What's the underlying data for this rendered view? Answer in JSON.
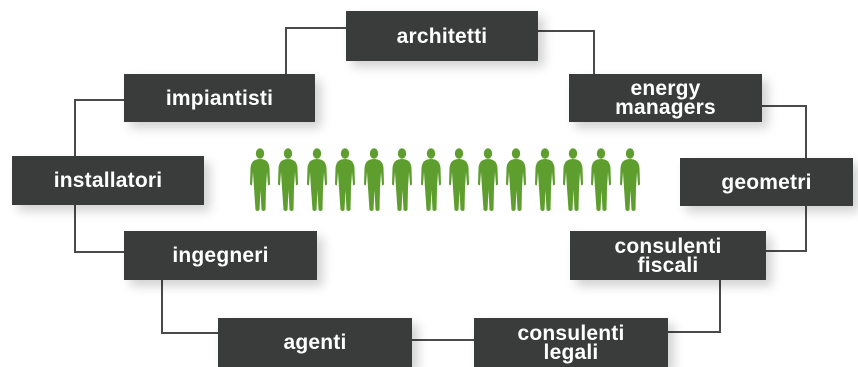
{
  "diagram": {
    "colors": {
      "box_background": "#3a3b3b",
      "box_text": "#ffffff",
      "connector": "#4a4a4a",
      "people": "#5e9e2f"
    },
    "people_icon": "person-silhouette-icon",
    "people_count": 14,
    "boxes": {
      "architetti": {
        "lines": [
          "architetti"
        ]
      },
      "energy_managers": {
        "lines": [
          "energy",
          "managers"
        ]
      },
      "geometri": {
        "lines": [
          "geometri"
        ]
      },
      "consulenti_fiscali": {
        "lines": [
          "consulenti",
          "fiscali"
        ]
      },
      "consulenti_legali": {
        "lines": [
          "consulenti",
          "legali"
        ]
      },
      "agenti": {
        "lines": [
          "agenti"
        ]
      },
      "ingegneri": {
        "lines": [
          "ingegneri"
        ]
      },
      "installatori": {
        "lines": [
          "installatori"
        ]
      },
      "impiantisti": {
        "lines": [
          "impiantisti"
        ]
      }
    }
  }
}
